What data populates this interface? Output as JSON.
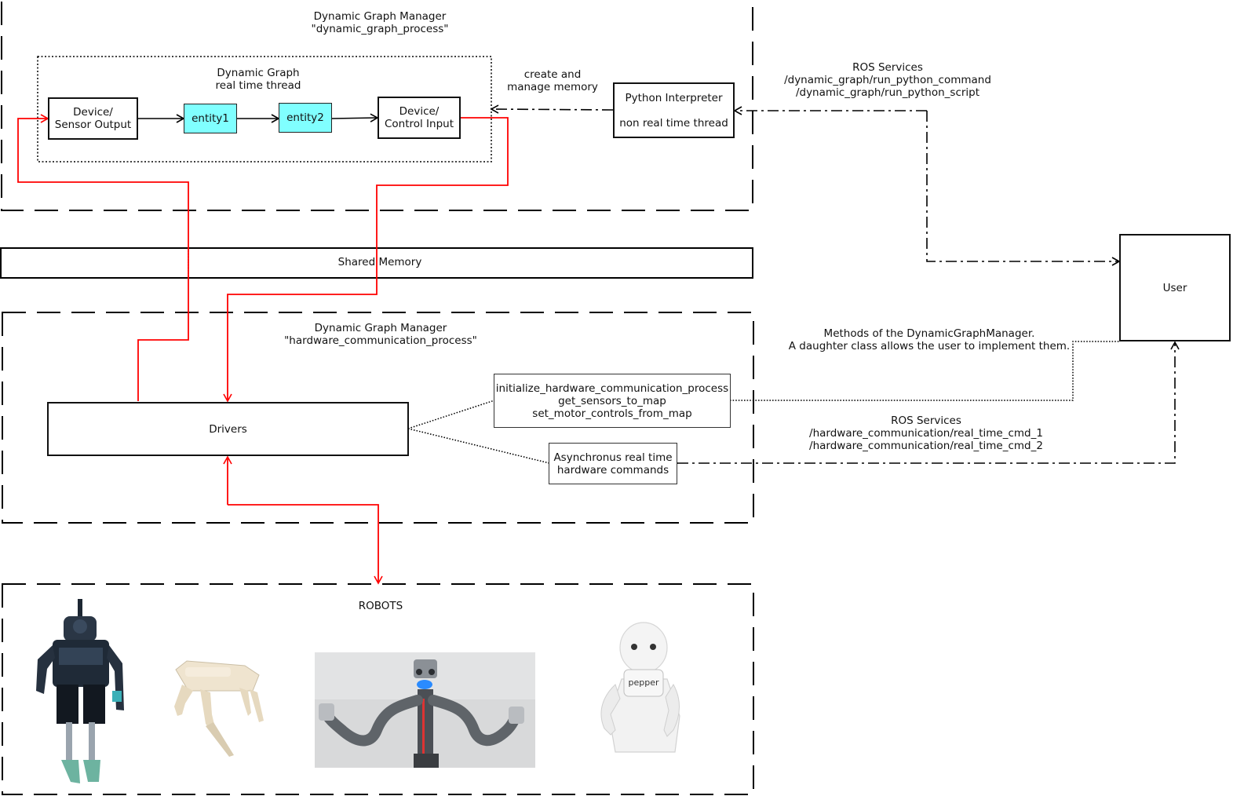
{
  "colors": {
    "link_red": "#ff0000",
    "entity_fill": "#80ffff",
    "line": "#000000"
  },
  "top_process": {
    "title": "Dynamic Graph Manager",
    "subtitle": "\"dynamic_graph_process\"",
    "graph_title": "Dynamic Graph",
    "graph_subtitle": "real time thread",
    "sensor_output_l1": "Device/",
    "sensor_output_l2": "Sensor Output",
    "entity1": "entity1",
    "entity2": "entity2",
    "control_input_l1": "Device/",
    "control_input_l2": "Control Input",
    "memory_label_l1": "create and",
    "memory_label_l2": "manage memory",
    "python_l1": "Python Interpreter",
    "python_l2": "non real time thread"
  },
  "ros_services_top": {
    "title": "ROS Services",
    "cmd1": "/dynamic_graph/run_python_command",
    "cmd2": "/dynamic_graph/run_python_script"
  },
  "shared_memory": "Shared Memory",
  "user": "User",
  "hw_process": {
    "title": "Dynamic Graph Manager",
    "subtitle": "\"hardware_communication_process\"",
    "drivers": "Drivers",
    "methods": [
      "initialize_hardware_communication_process",
      "get_sensors_to_map",
      "set_motor_controls_from_map"
    ],
    "async_l1": "Asynchronus real time",
    "async_l2": "hardware commands"
  },
  "methods_note": {
    "l1": "Methods of the DynamicGraphManager.",
    "l2": "A daughter class allows the user to implement them."
  },
  "ros_services_hw": {
    "title": "ROS Services",
    "cmd1": "/hardware_communication/real_time_cmd_1",
    "cmd2": "/hardware_communication/real_time_cmd_2"
  },
  "robots": {
    "title": "ROBOTS",
    "pepper_screen": "pepper"
  }
}
